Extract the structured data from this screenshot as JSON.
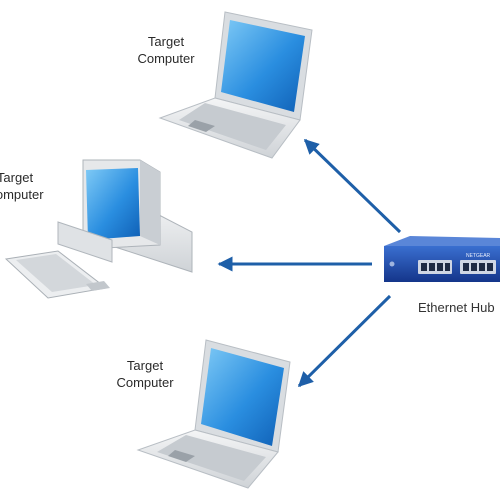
{
  "computers": [
    {
      "line1": "Target",
      "line2": "Computer"
    },
    {
      "line1": "Target",
      "line2": "Computer"
    },
    {
      "line1": "Target",
      "line2": "Computer"
    }
  ],
  "hub": {
    "label": "Ethernet Hub",
    "brand": "NETGEAR"
  },
  "colors": {
    "arrow": "#1e5fa8",
    "screen": "#2c8fdb",
    "hub_body": "#1a4aa6",
    "device_gray": "#e4e6e8"
  }
}
